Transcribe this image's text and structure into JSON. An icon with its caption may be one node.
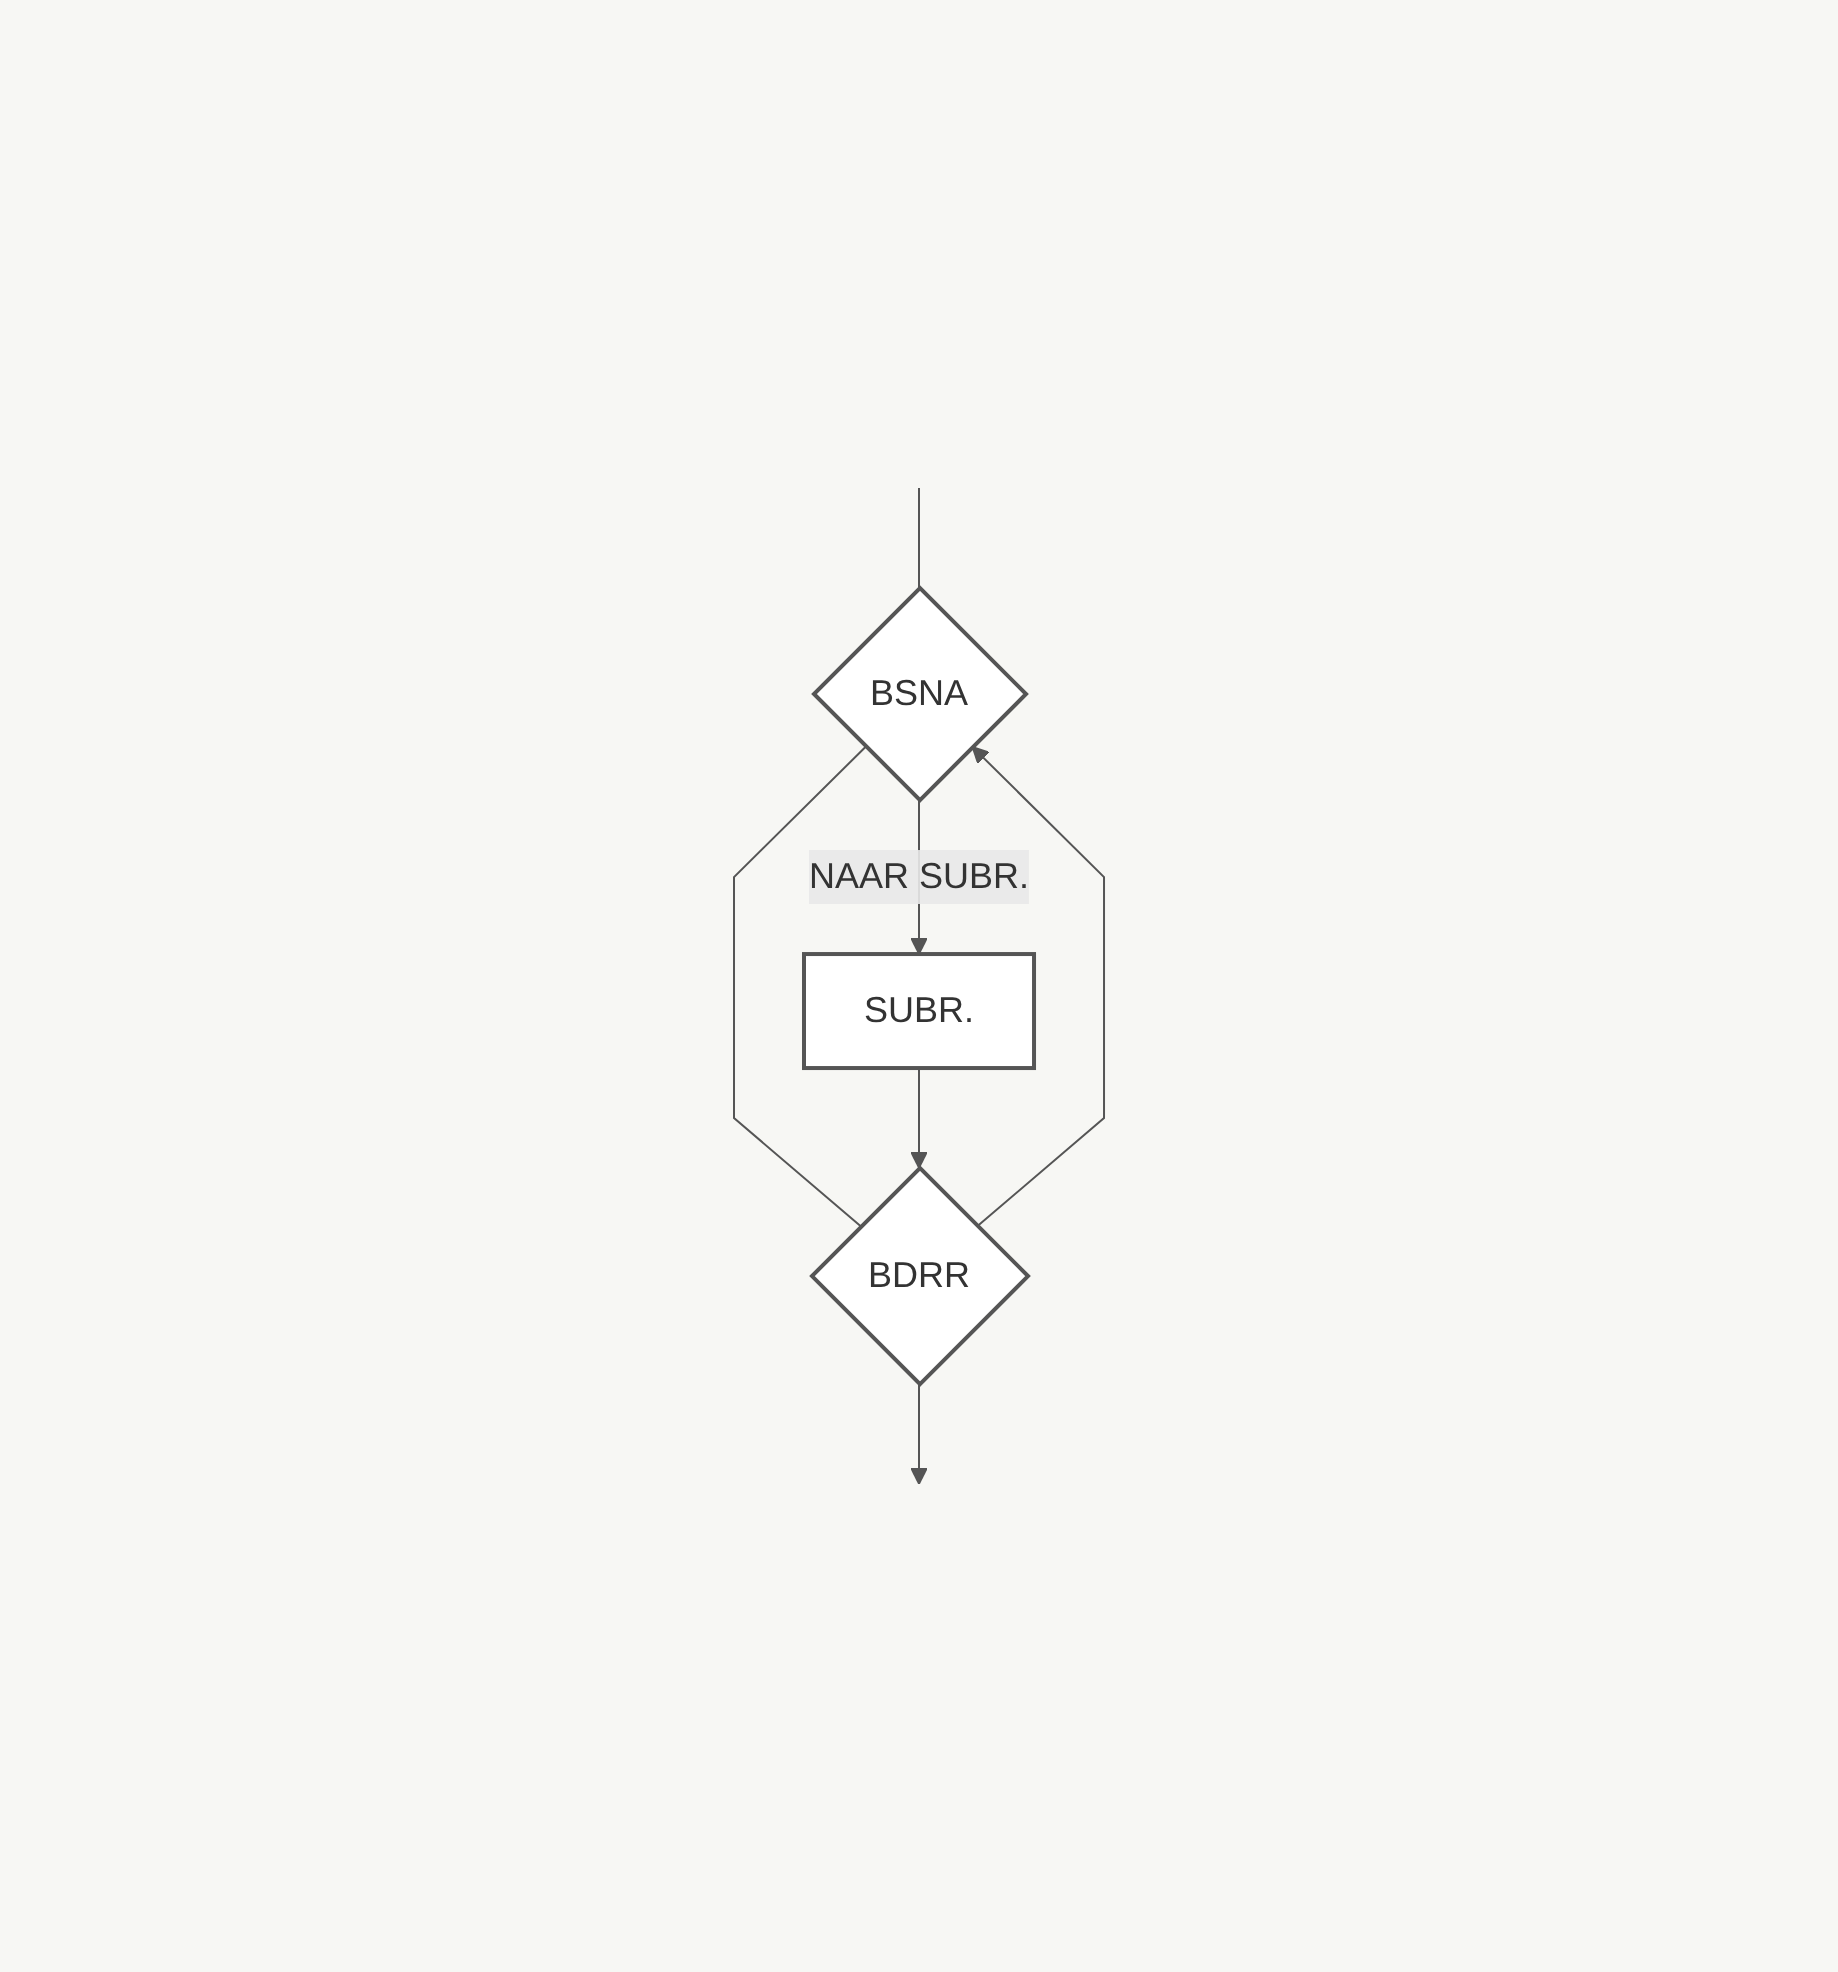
{
  "diagram": {
    "nodes": [
      {
        "text": [
          "BSNA"
        ]
      },
      {
        "text": [
          "BDRR"
        ]
      },
      {
        "text": [
          "SUBR."
        ]
      }
    ],
    "edges": [
      {
        "from": null,
        "to": 0,
        "arrow": "none"
      },
      {
        "from": 1,
        "to": 0,
        "arrow": "to"
      },
      {
        "from": 0,
        "to": 2,
        "arrow": "to",
        "label": "NAAR SUBR."
      },
      {
        "from": 0,
        "to": 1,
        "arrow": "none"
      },
      {
        "from": 2,
        "to": 1,
        "arrow": "to"
      },
      {
        "from": 1,
        "to": null,
        "arrow": "to"
      }
    ]
  }
}
